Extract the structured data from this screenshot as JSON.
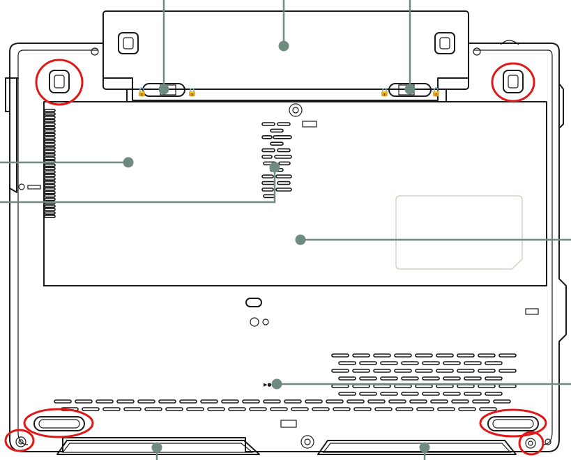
{
  "colors": {
    "outline": "#1a1a1a",
    "callout": "#6f8a7e",
    "highlight": "#e01818",
    "panel_fill": "#ffffff",
    "door_outline": "#d8d0c0"
  },
  "diagram": {
    "subject": "laptop-bottom-view",
    "callouts": [
      {
        "id": "battery-lock-left",
        "dot": [
          235,
          128
        ],
        "to": [
          235,
          0
        ]
      },
      {
        "id": "battery-pack",
        "dot": [
          407,
          66
        ],
        "to": [
          407,
          0
        ]
      },
      {
        "id": "battery-lock-right",
        "dot": [
          588,
          128
        ],
        "to": [
          588,
          0
        ]
      },
      {
        "id": "side-vents",
        "dot": [
          184,
          233
        ],
        "to": [
          0,
          233
        ]
      },
      {
        "id": "memory-vents",
        "dot": [
          394,
          240
        ],
        "to": [
          0,
          290
        ],
        "elbow": [
          394,
          290
        ]
      },
      {
        "id": "expansion-door",
        "dot": [
          431,
          344
        ],
        "to": [
          819,
          344
        ]
      },
      {
        "id": "reset-hole",
        "dot": [
          397,
          551
        ],
        "to": [
          819,
          551
        ]
      },
      {
        "id": "speaker-left",
        "dot": [
          225,
          642
        ],
        "to": [
          225,
          660
        ]
      },
      {
        "id": "speaker-right",
        "dot": [
          609,
          642
        ],
        "to": [
          609,
          660
        ]
      }
    ],
    "highlight_count": 6
  }
}
